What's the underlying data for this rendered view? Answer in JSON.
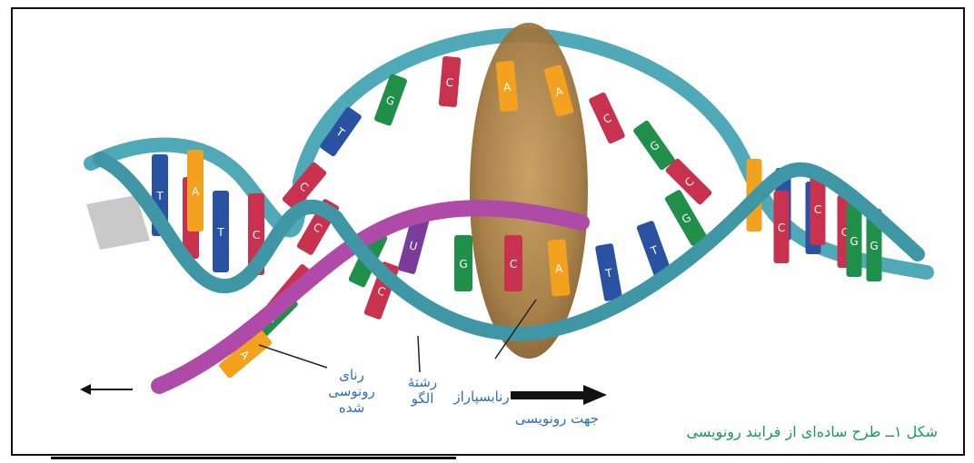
{
  "labels": {
    "transcribed_rna_line1": "رنای",
    "transcribed_rna_line2": "رونوسی",
    "transcribed_rna_line3": "شده",
    "template_strand_line1": "رشتهٔ",
    "template_strand_line2": "الگو",
    "rna_polymerase": "رنابسپاراز",
    "transcription_direction": "جهت رونویسی"
  },
  "caption": "شکل ۱ــ طرح ساده‌ای از فرایند رونویسی",
  "bases": {
    "left_helix": [
      "T",
      "C",
      "T",
      "A",
      "C"
    ],
    "upper_strand": [
      "C",
      "T",
      "G",
      "C",
      "A",
      "A",
      "C",
      "G",
      "C"
    ],
    "lower_pairs": [
      "C",
      "G",
      "U",
      "G",
      "C",
      "A",
      "C",
      "G",
      "A",
      "T",
      "T",
      "G",
      "C"
    ],
    "right_helix": [
      "A",
      "T",
      "T",
      "C",
      "G",
      "C",
      "G",
      "C"
    ]
  },
  "colors": {
    "backbone": "#4fa9b6",
    "rna_strand": "#b04aa8",
    "polymerase": "#a0763a",
    "base_T": "#2a52a3",
    "base_C": "#c8324e",
    "base_G": "#1f8f4a",
    "base_A": "#f2a21e",
    "base_U": "#7a3c9a",
    "label": "#2f6fb3",
    "caption": "#1a9a5a"
  }
}
